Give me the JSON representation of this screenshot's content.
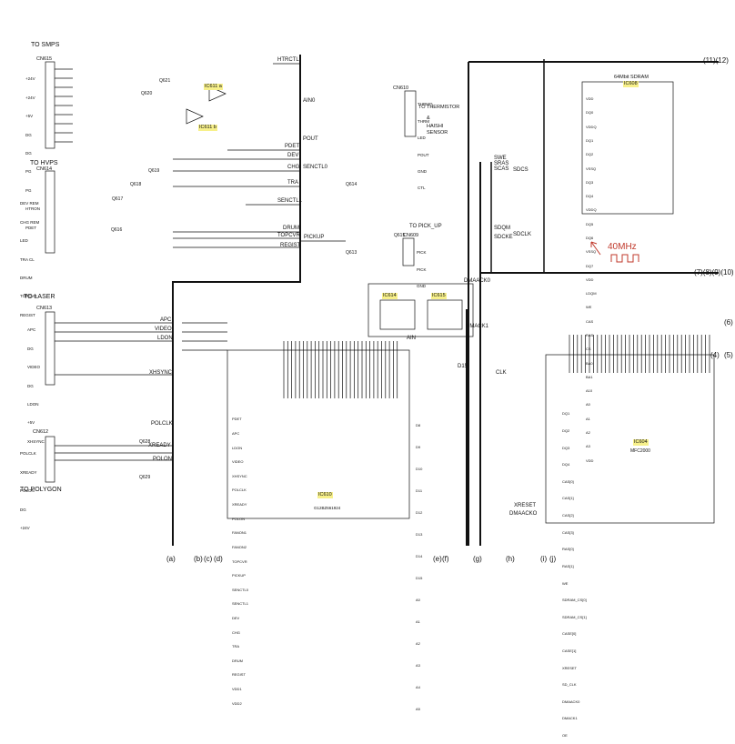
{
  "section_labels": {
    "smps": "TO SMPS",
    "hvps": "TO HVPS",
    "laser": "TO LASER",
    "polygon": "TO POLYGON",
    "thermistor": "TO THERMISTOR",
    "and": "&",
    "haishi": "HAISHI",
    "sensor": "SENSOR",
    "pickup": "TO PICK_UP"
  },
  "connectors": {
    "cn615": "CN615",
    "cn614": "CN614",
    "cn613": "CN613",
    "cn612": "CN612",
    "cn610": "CN610",
    "cn609": "CN609"
  },
  "smps_pins": [
    "+24V",
    "+24V",
    "+5V",
    "DG",
    "DG",
    "PG",
    "PG",
    "HTRON",
    "PDET"
  ],
  "hvps_pins": [
    "DEV REM",
    "CHG REM",
    "LED",
    "TRA CL",
    "DRUM",
    "TOPCVR",
    "REGIST"
  ],
  "laser_pins": [
    "APC",
    "DG",
    "VIDEO",
    "DG",
    "LDON",
    "+5V",
    "XHSYNC"
  ],
  "polygon_pins": [
    "POLCLK",
    "XREADY",
    "POLON",
    "DG",
    "+24V"
  ],
  "net_labels": {
    "htrctl": "HTRCTL",
    "pdet": "PDET",
    "dev": "DEV",
    "chg": "CHG",
    "senctl0": "SENCTL0",
    "tra": "TRA",
    "senctl1": "SENCTL1",
    "drum": "DRUM",
    "topcvr": "TOPCVR",
    "regist": "REGIST",
    "pickup": "PICKUP",
    "apc": "APC",
    "video": "VIDEO",
    "ldon": "LDON",
    "xhsync": "XHSYNC",
    "polclk": "POLCLK",
    "xready": "XREADY",
    "polon": "POLON",
    "ain0": "AIN0",
    "pout": "POUT",
    "ain": "AIN",
    "clk": "CLK",
    "dmaack0": "DMAACK0",
    "dmack1": "DMACK1",
    "sdclk": "SDCLK",
    "sdcke": "SDCKE",
    "sdcs": "SDCS",
    "sdqm": "SDQM",
    "swe": "SWE",
    "sras": "SRAS",
    "scas": "SCAS",
    "xreset": "XRESET",
    "dmaacko": "DMAACKO",
    "d15": "D15"
  },
  "thermistor_pins": [
    "THRMO",
    "THRM",
    "LED",
    "POUT",
    "GND",
    "CTL"
  ],
  "pickup_pins": [
    "PICK",
    "PICK",
    "GND"
  ],
  "ic_labels": {
    "ic611a": "IC611 a",
    "ic611b": "IC611 b",
    "ic614": "IC614",
    "ic615": "IC615",
    "ic610": "IC610",
    "ic610_part": "G12BZ661924",
    "ic604": "IC604",
    "ic604_part": "MFC2000",
    "ic608": "IC608",
    "sdram": "64Mbit SDRAM"
  },
  "transistors": [
    "Q620",
    "Q621",
    "Q619",
    "Q618",
    "Q617",
    "Q616",
    "Q614",
    "Q615",
    "Q613",
    "Q628",
    "Q629"
  ],
  "ic610_left_pins": [
    "PDET",
    "APC",
    "LDON",
    "VIDEO",
    "XHSYNC",
    "POLCLK",
    "XREADY",
    "POLON",
    "FANON1",
    "FANON2",
    "TOPCVR",
    "PICKUP",
    "SENCTL0",
    "SENCTL1",
    "DEV",
    "CHG",
    "TRA",
    "DRUM",
    "REGIST",
    "VDD1",
    "VDD2"
  ],
  "ic610_right_pins": [
    "D8",
    "D9",
    "D10",
    "D11",
    "D12",
    "D13",
    "D14",
    "D15",
    "A0",
    "A1",
    "A2",
    "A3",
    "A4",
    "A5"
  ],
  "ic604_pins": [
    "DQ1",
    "DQ2",
    "DQ3",
    "DQ4",
    "CAS[0]",
    "CAS[1]",
    "CAS[2]",
    "CAS[3]",
    "RAS[0]",
    "RAS[1]",
    "WE",
    "SDRAM_CS[0]",
    "SDRAM_CS[1]",
    "CASE[0]",
    "CASE[1]",
    "XRESET",
    "SD_CLK",
    "DMAACK0",
    "DMACK1",
    "OE"
  ],
  "sdram_pins": [
    "VDD",
    "DQ0",
    "VDDQ",
    "DQ1",
    "DQ2",
    "VSSQ",
    "DQ3",
    "DQ4",
    "VDDQ",
    "DQ5",
    "DQ6",
    "VSSQ",
    "DQ7",
    "VDD",
    "LDQM",
    "WE",
    "CAS",
    "RAS",
    "CS",
    "BA0",
    "BA1",
    "A10",
    "A0",
    "A1",
    "A2",
    "A3",
    "VDD"
  ],
  "bottom_labels": [
    "(a)",
    "(b)",
    "(c)",
    "(d)",
    "(e)",
    "(f)",
    "(g)",
    "(h)",
    "(i)",
    "(j)"
  ],
  "right_labels": [
    "(11)(12)",
    "(7)(8)(9)(10)",
    "(6)",
    "(4)",
    "(5)"
  ],
  "clock_label": "40MHz",
  "colors": {
    "line": "#111111",
    "highlight": "#f7f08a",
    "clock": "#c0392b",
    "background": "#ffffff"
  }
}
